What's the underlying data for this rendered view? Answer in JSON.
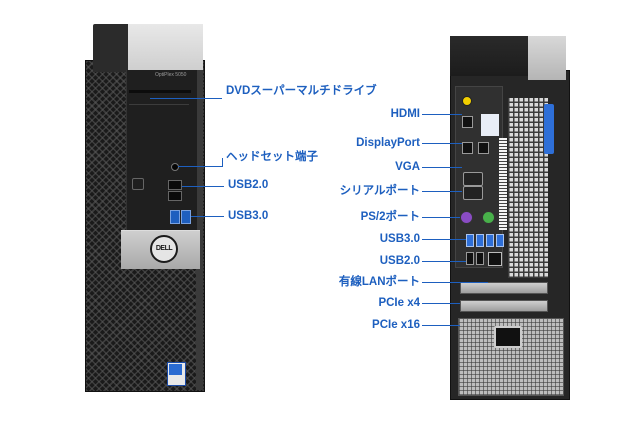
{
  "front_labels": {
    "dvd": "DVDスーパーマルチドライブ",
    "headset": "ヘッドセット端子",
    "usb2": "USB2.0",
    "usb3": "USB3.0"
  },
  "front_unit": {
    "brand": "DELL",
    "model": "OptiPlex 5050"
  },
  "rear_labels": {
    "hdmi": "HDMI",
    "displayport": "DisplayPort",
    "vga": "VGA",
    "serial": "シリアルポート",
    "ps2": "PS/2ポート",
    "usb3": "USB3.0",
    "usb2": "USB2.0",
    "lan": "有線LANポート",
    "pcie_x4": "PCIe x4",
    "pcie_x16": "PCIe x16"
  },
  "colors": {
    "label_blue": "#1d5fbf",
    "usb3_blue": "#2e6fd8",
    "ps2_purple": "#8a4cc4",
    "ps2_green": "#48b04a",
    "audio_yellow": "#f2cf00"
  }
}
